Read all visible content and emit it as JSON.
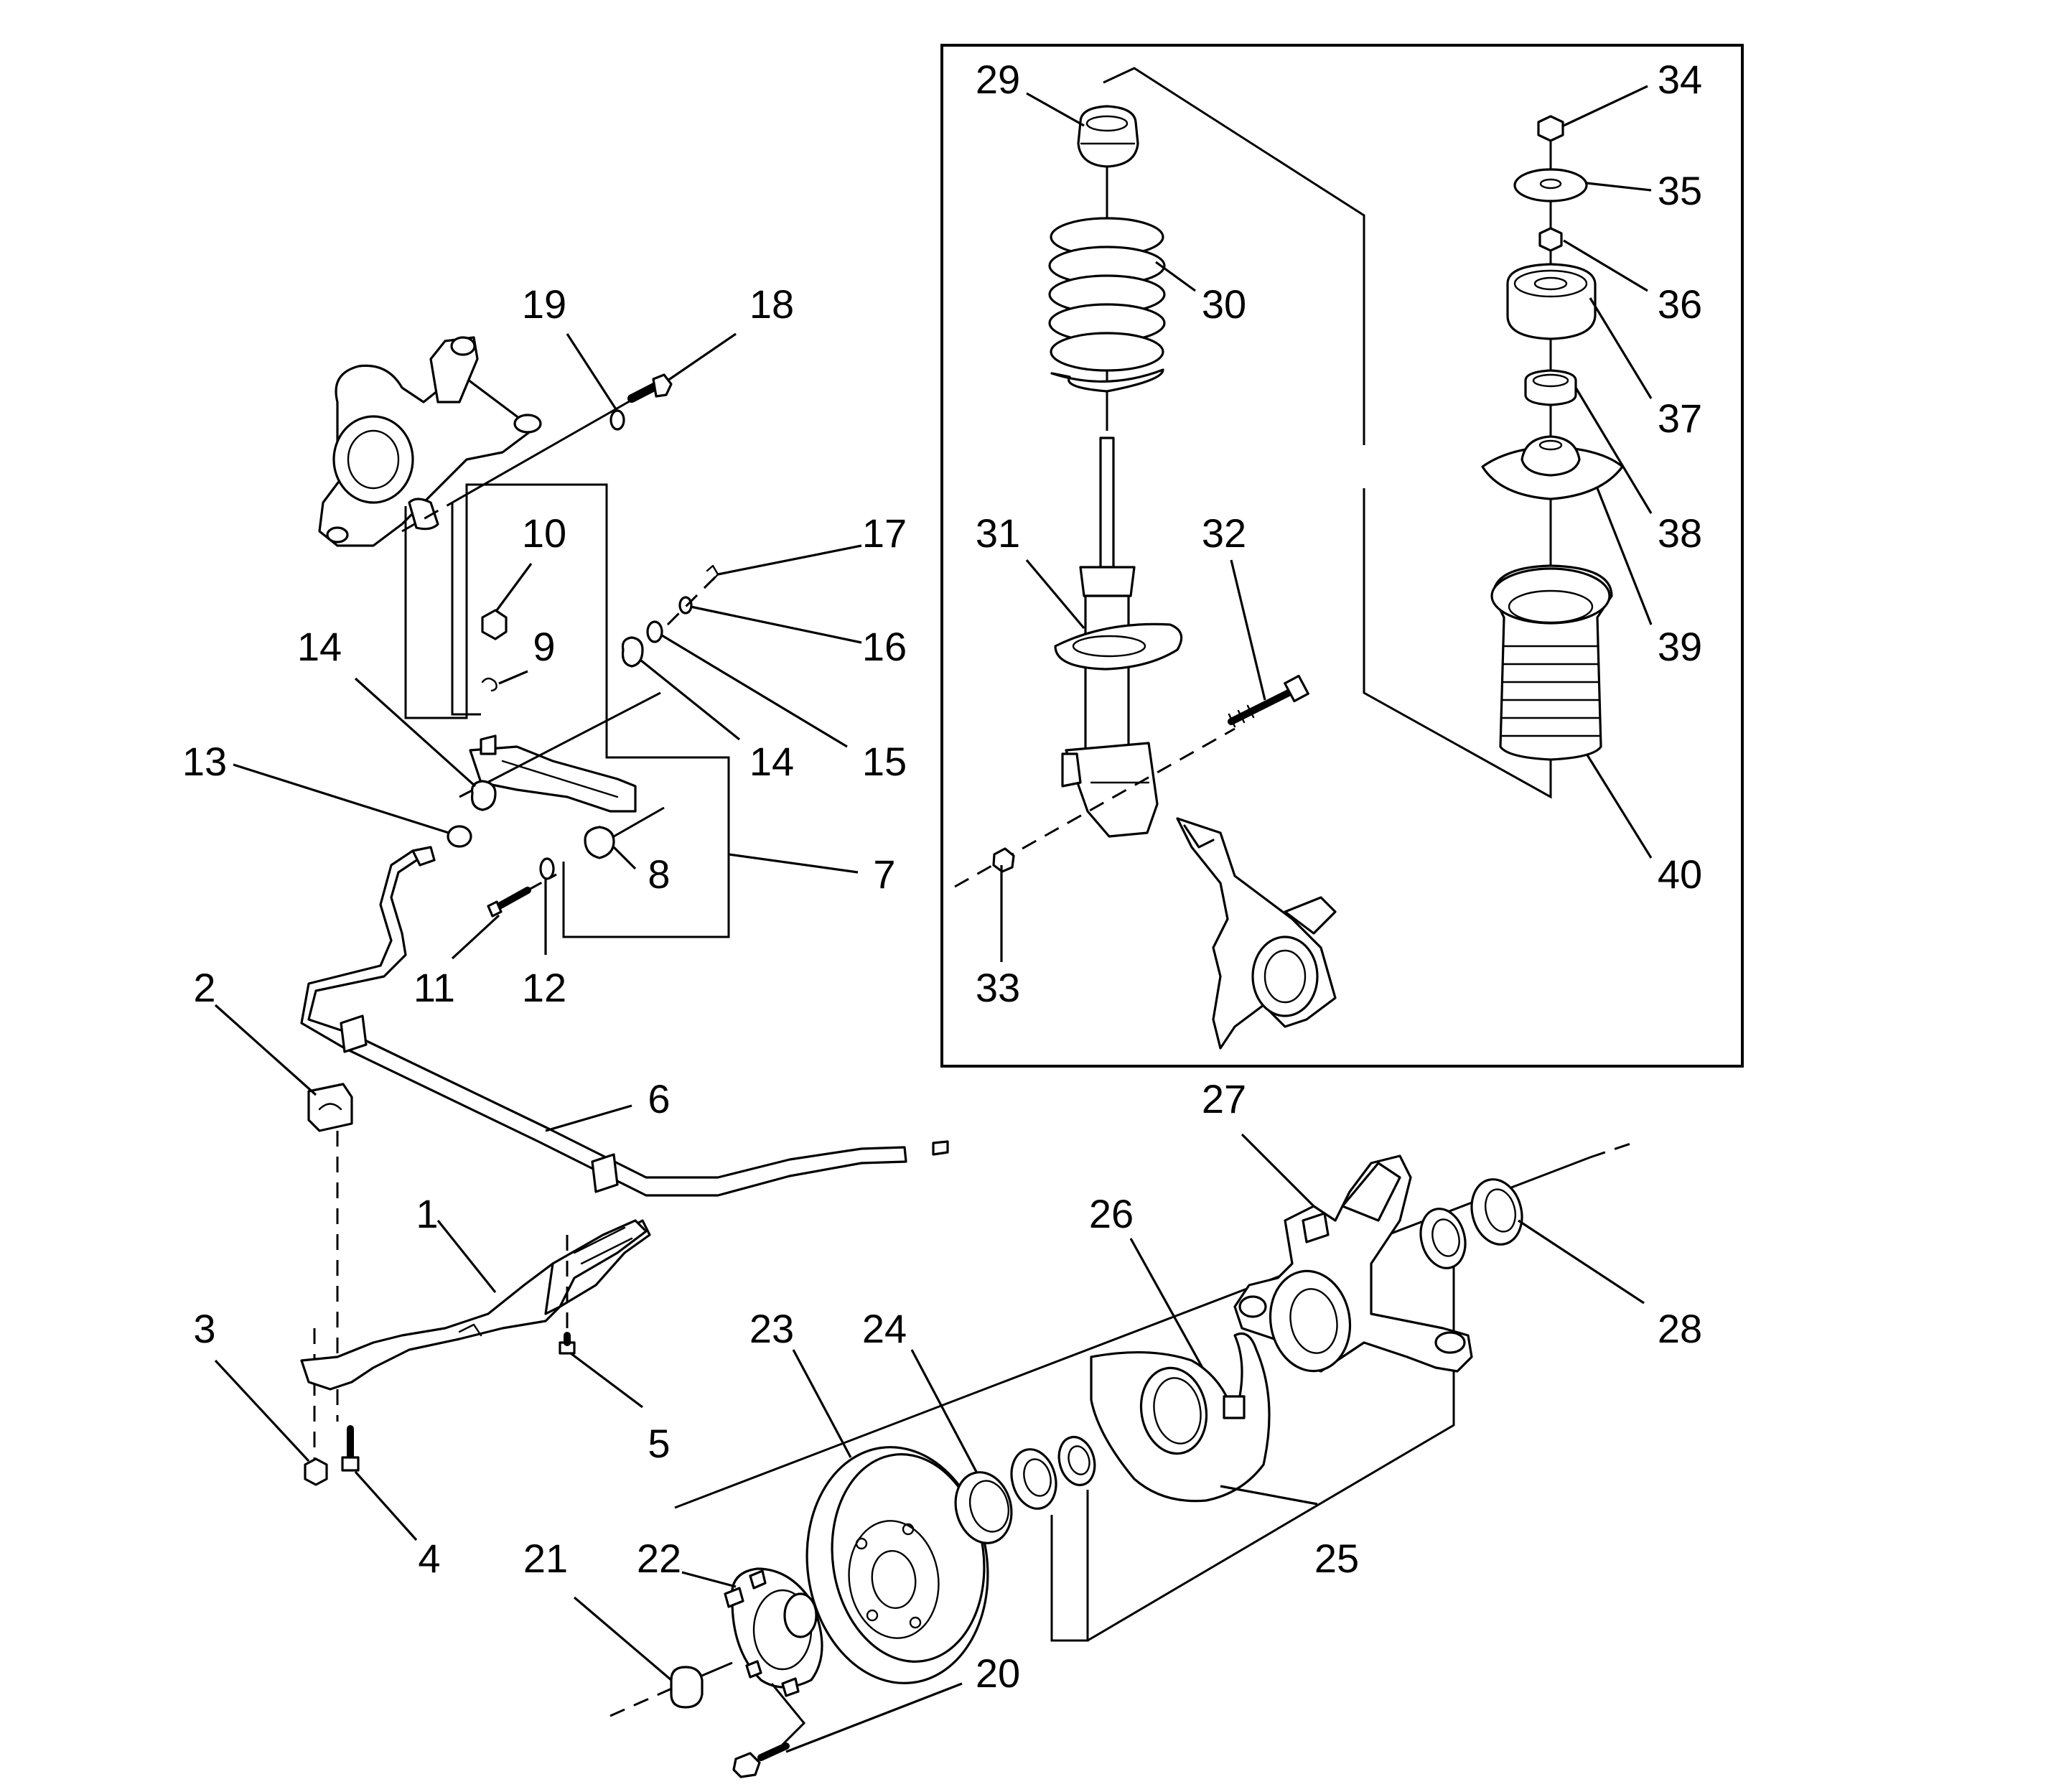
{
  "diagram": {
    "callouts": [
      "1",
      "2",
      "3",
      "4",
      "5",
      "6",
      "7",
      "8",
      "9",
      "10",
      "11",
      "12",
      "13",
      "14",
      "14",
      "15",
      "16",
      "17",
      "18",
      "19",
      "20",
      "21",
      "22",
      "23",
      "24",
      "25",
      "26",
      "27",
      "28",
      "29",
      "30",
      "31",
      "32",
      "33",
      "34",
      "35",
      "36",
      "37",
      "38",
      "39",
      "40"
    ]
  }
}
